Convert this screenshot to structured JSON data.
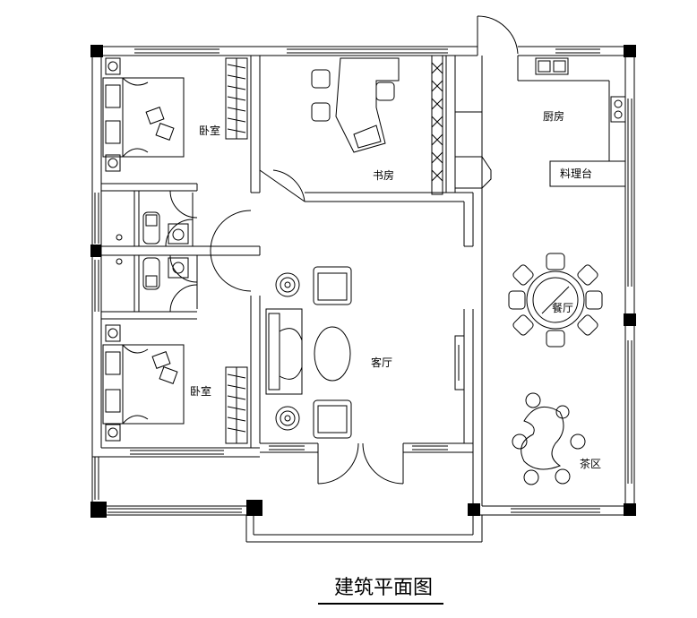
{
  "plan": {
    "title": "建筑平面图",
    "rooms": {
      "bedroom_top": "卧室",
      "bedroom_bottom": "卧室",
      "study": "书房",
      "kitchen": "厨房",
      "prep_counter": "料理台",
      "dining": "餐厅",
      "living": "客厅",
      "tea_area": "茶区"
    }
  }
}
